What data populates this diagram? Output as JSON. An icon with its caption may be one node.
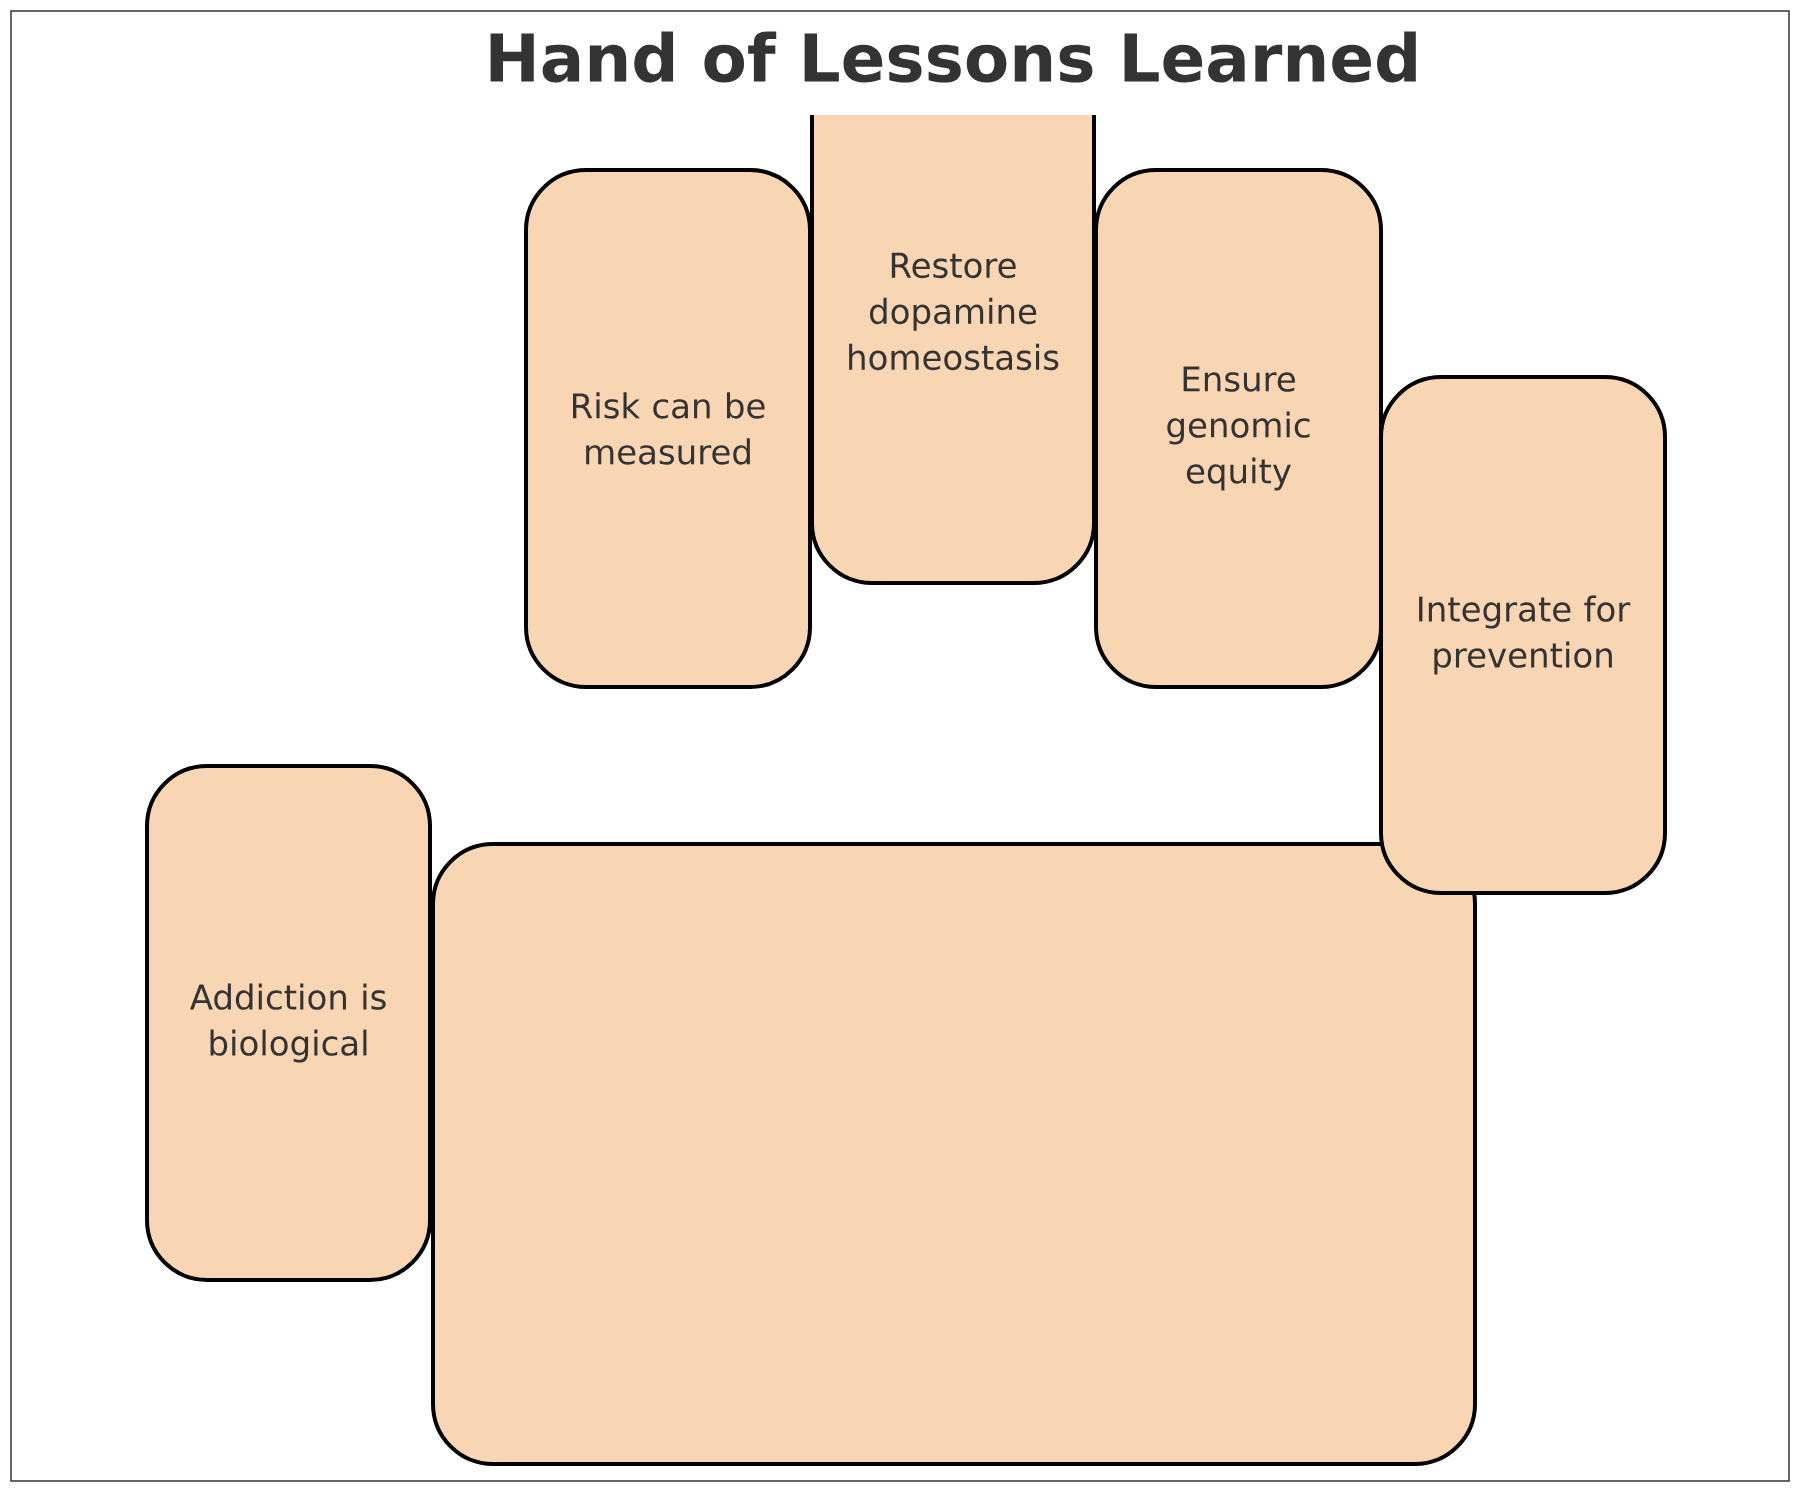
{
  "diagram": {
    "title": "Hand of Lessons Learned",
    "nodes": [
      {
        "text": [
          "Risk can be measured"
        ]
      },
      {
        "text": [
          "Restore dopamine homeostasis"
        ]
      },
      {
        "text": [
          "Ensure genomic equity"
        ]
      },
      {
        "text": [
          "Integrate for prevention"
        ]
      },
      {
        "text": [
          "Addiction is biological"
        ]
      },
      {
        "text": [],
        "shape": "box"
      }
    ]
  }
}
